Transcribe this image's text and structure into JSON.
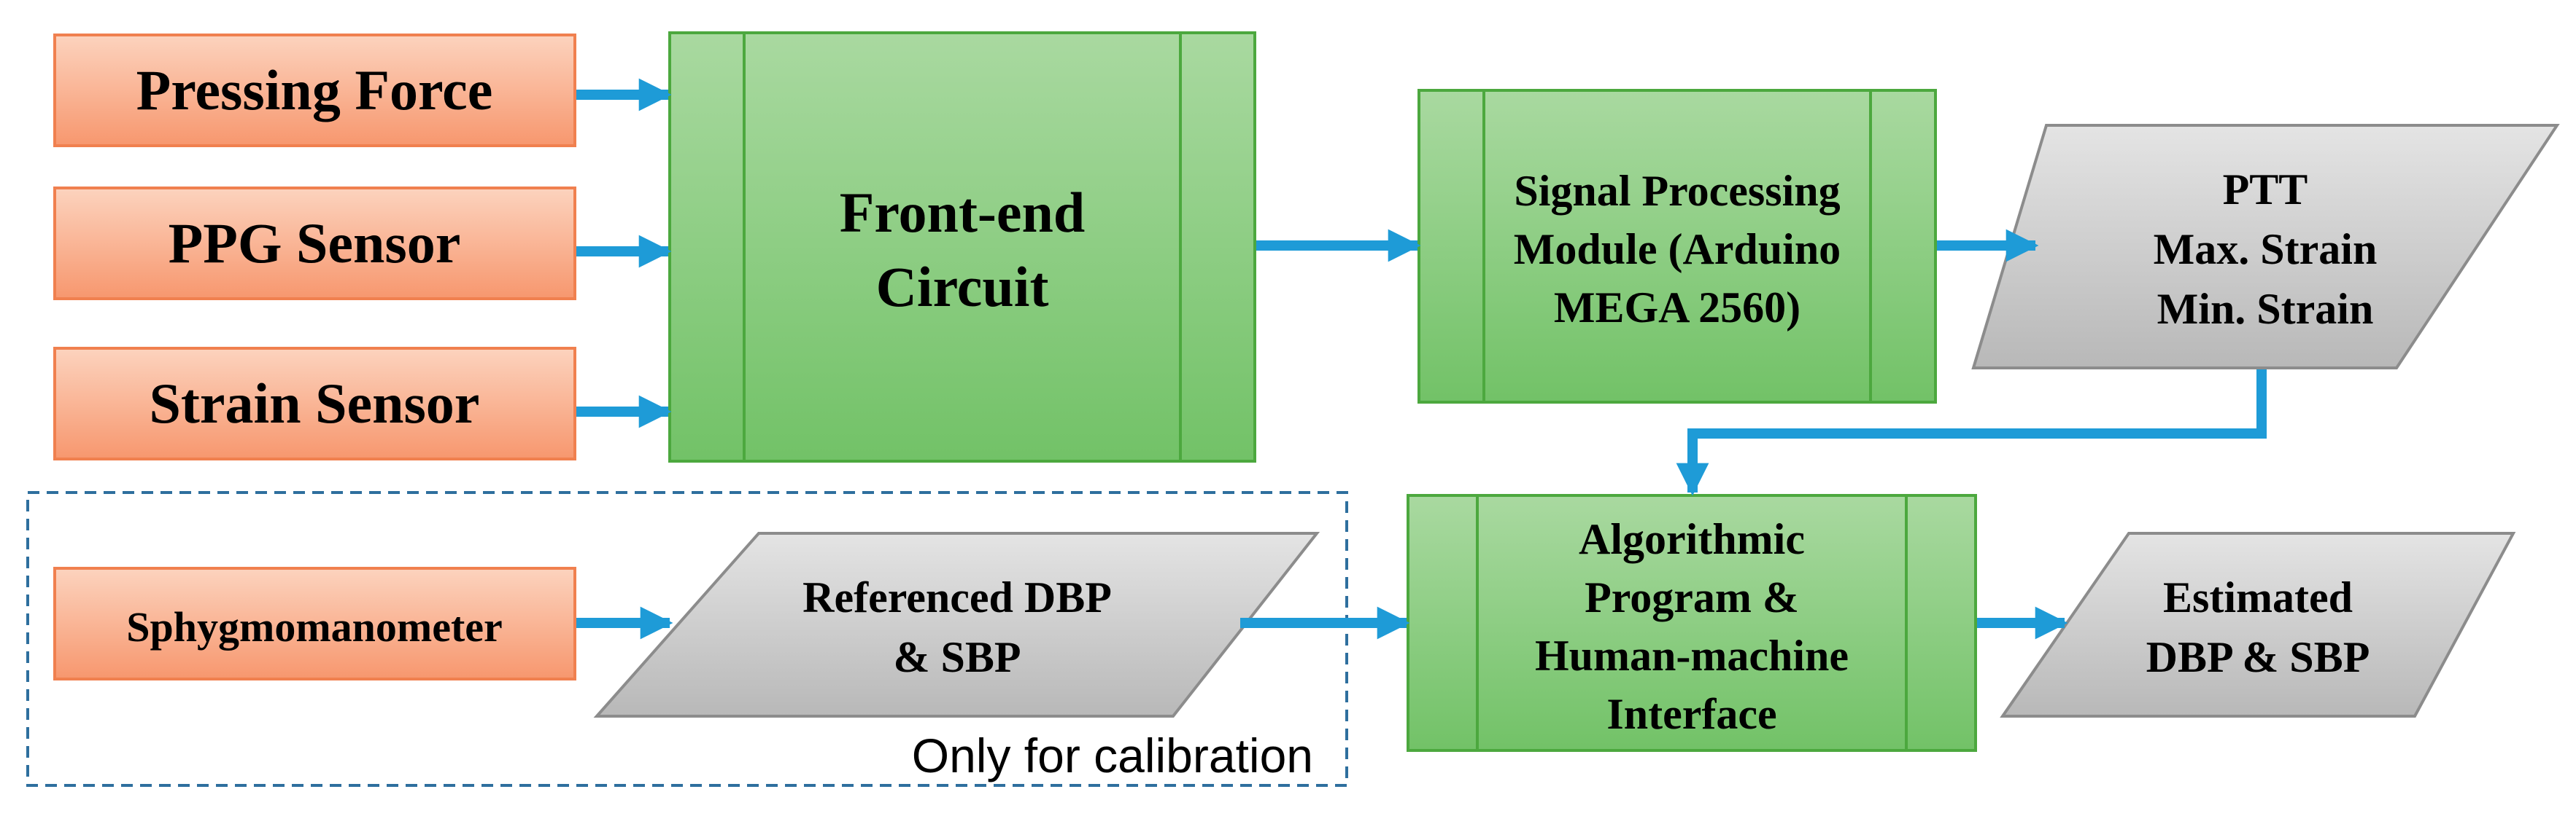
{
  "inputs": {
    "pressing_force": "Pressing Force",
    "ppg_sensor": "PPG Sensor",
    "strain_sensor": "Strain Sensor",
    "sphygmomanometer": "Sphygmomanometer"
  },
  "front_end": {
    "line1": "Front-end",
    "line2": "Circuit"
  },
  "signal_processing": {
    "line1": "Signal Processing",
    "line2": "Module (Arduino",
    "line3": "MEGA 2560)"
  },
  "ptt_output": {
    "line1": "PTT",
    "line2": "Max. Strain",
    "line3": "Min. Strain"
  },
  "algorithm": {
    "line1": "Algorithmic",
    "line2": "Program &",
    "line3": "Human-machine",
    "line4": "Interface"
  },
  "referenced": {
    "line1": "Referenced DBP",
    "line2": "& SBP"
  },
  "estimated": {
    "line1": "Estimated",
    "line2": "DBP & SBP"
  },
  "calibration_note": "Only for calibration",
  "colors": {
    "input_fill_top": "#FCD3BE",
    "input_fill_bottom": "#F7976E",
    "input_border": "#F0804F",
    "process_fill_top": "#A9D9A0",
    "process_fill_bottom": "#72C267",
    "process_border": "#4CA83E",
    "data_fill_top": "#E4E4E4",
    "data_fill_bottom": "#B8B8B8",
    "data_border": "#8C8C8C",
    "arrow": "#1E9BD7",
    "calibration_border": "#2E6F9E"
  }
}
